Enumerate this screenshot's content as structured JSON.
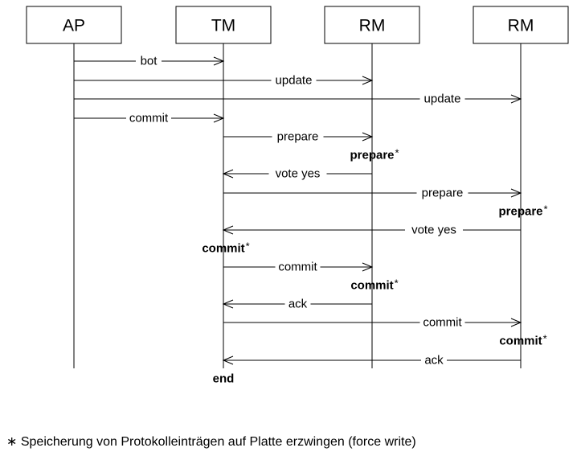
{
  "actors": [
    {
      "id": "ap",
      "label": "AP"
    },
    {
      "id": "tm",
      "label": "TM"
    },
    {
      "id": "rm1",
      "label": "RM"
    },
    {
      "id": "rm2",
      "label": "RM"
    }
  ],
  "messages": [
    {
      "from": "ap",
      "to": "tm",
      "label": "bot"
    },
    {
      "from": "ap",
      "to": "rm1",
      "label": "update"
    },
    {
      "from": "ap",
      "to": "rm2",
      "label": "update"
    },
    {
      "from": "ap",
      "to": "tm",
      "label": "commit"
    },
    {
      "from": "tm",
      "to": "rm1",
      "label": "prepare"
    },
    {
      "from": "rm1",
      "to": "tm",
      "label": "vote yes"
    },
    {
      "from": "tm",
      "to": "rm2",
      "label": "prepare"
    },
    {
      "from": "rm2",
      "to": "tm",
      "label": "vote yes"
    },
    {
      "from": "tm",
      "to": "rm1",
      "label": "commit"
    },
    {
      "from": "rm1",
      "to": "tm",
      "label": "ack"
    },
    {
      "from": "tm",
      "to": "rm2",
      "label": "commit"
    },
    {
      "from": "rm2",
      "to": "tm",
      "label": "ack"
    }
  ],
  "states": [
    {
      "actor": "rm1",
      "text": "prepare",
      "star": "*"
    },
    {
      "actor": "rm2",
      "text": "prepare",
      "star": "*"
    },
    {
      "actor": "tm",
      "text": "commit",
      "star": "*"
    },
    {
      "actor": "rm1",
      "text": "commit",
      "star": "*"
    },
    {
      "actor": "rm2",
      "text": "commit",
      "star": "*"
    },
    {
      "actor": "tm",
      "text": "end",
      "star": ""
    }
  ],
  "footnote": "∗ Speicherung von Protokolleinträgen auf Platte erzwingen (force write)"
}
